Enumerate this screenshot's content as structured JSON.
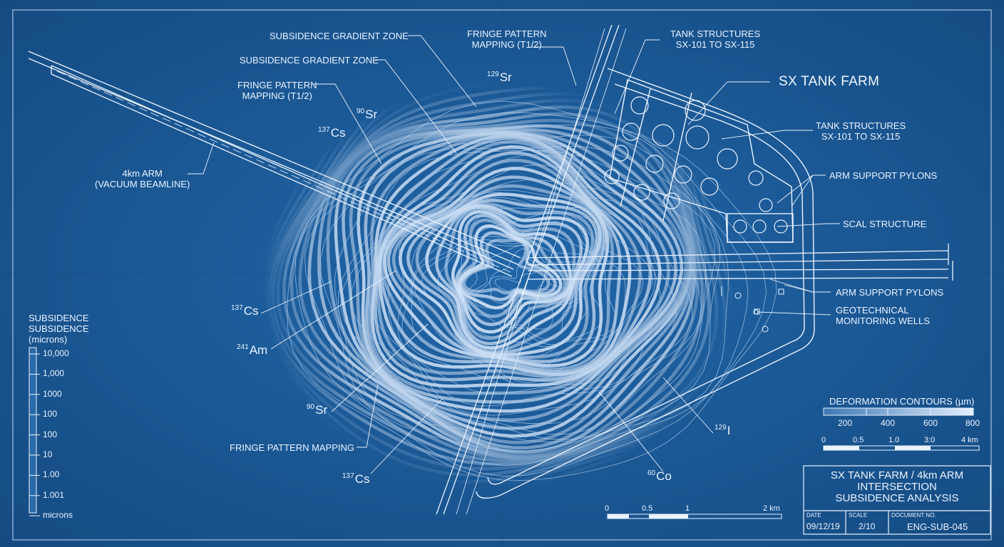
{
  "title_block": {
    "title_line1": "SX TANK FARM / 4km ARM",
    "title_line2": "INTERSECTION",
    "title_line3": "SUBSIDENCE ANALYSIS",
    "date_label": "DATE",
    "date_value": "09/12/19",
    "scale_label": "SCALE",
    "scale_value": "2/10",
    "doc_label": "DOCUMENT NO.",
    "doc_value": "ENG-SUB-045"
  },
  "labels": {
    "subsidence_gradient_1": "SUBSIDENCE GRADIENT ZONE",
    "subsidence_gradient_2": "SUBSIDENCE GRADIENT ZONE",
    "fringe_top_line1": "FRINGE PATTERN",
    "fringe_top_line2": "MAPPING (T1/2)",
    "fringe_left_line1": "FRINGE PATTERN",
    "fringe_left_line2": "MAPPING (T1/2)",
    "tank_structures_top_line1": "TANK STRUCTURES",
    "tank_structures_top_line2": "SX-101 TO SX-115",
    "sx_tank_farm": "SX TANK FARM",
    "tank_structures_mid_line1": "TANK STRUCTURES",
    "tank_structures_mid_line2": "SX-101 TO SX-115",
    "arm_support_pylons_1": "ARM SUPPORT PYLONS",
    "scal_structure": "SCAL STRUCTURE",
    "arm_support_pylons_2": "ARM SUPPORT PYLONS",
    "geotech_line1": "GEOTECHNICAL",
    "geotech_line2": "MONITORING WELLS",
    "arm_line1": "4km ARM",
    "arm_line2": "(VACUUM BEAMLINE)",
    "fringe_bottom": "FRINGE PATTERN MAPPING"
  },
  "isotopes": [
    {
      "mass": "129",
      "symbol": "Sr"
    },
    {
      "mass": "90",
      "symbol": "Sr"
    },
    {
      "mass": "137",
      "symbol": "Cs"
    },
    {
      "mass": "137",
      "symbol": "Cs"
    },
    {
      "mass": "241",
      "symbol": "Am"
    },
    {
      "mass": "90",
      "symbol": "Sr"
    },
    {
      "mass": "137",
      "symbol": "Cs"
    },
    {
      "mass": "60",
      "symbol": "Co"
    },
    {
      "mass": "129",
      "symbol": "I"
    }
  ],
  "subsidence_legend": {
    "title_line1": "SUBSIDENCE",
    "title_line2": "SUBSIDENCE",
    "title_line3": "(microns)",
    "ticks": [
      "10,000",
      "1,000",
      "1000",
      "100",
      "100",
      "10",
      "1.00",
      "1.001",
      "microns"
    ]
  },
  "deformation_legend": {
    "title": "DEFORMATION CONTOURS (µm)",
    "ticks": [
      "200",
      "400",
      "600",
      "800"
    ]
  },
  "scale_right": {
    "ticks": [
      "0",
      "0.5",
      "1.0",
      "3:0",
      "4 km"
    ]
  },
  "scale_bottom": {
    "ticks": [
      "0",
      "0.5",
      "1",
      "2 km"
    ]
  },
  "colors": {
    "paper": "#1b5a98",
    "ink": "#eaf3ff",
    "fringe": "#d8e8fb"
  }
}
